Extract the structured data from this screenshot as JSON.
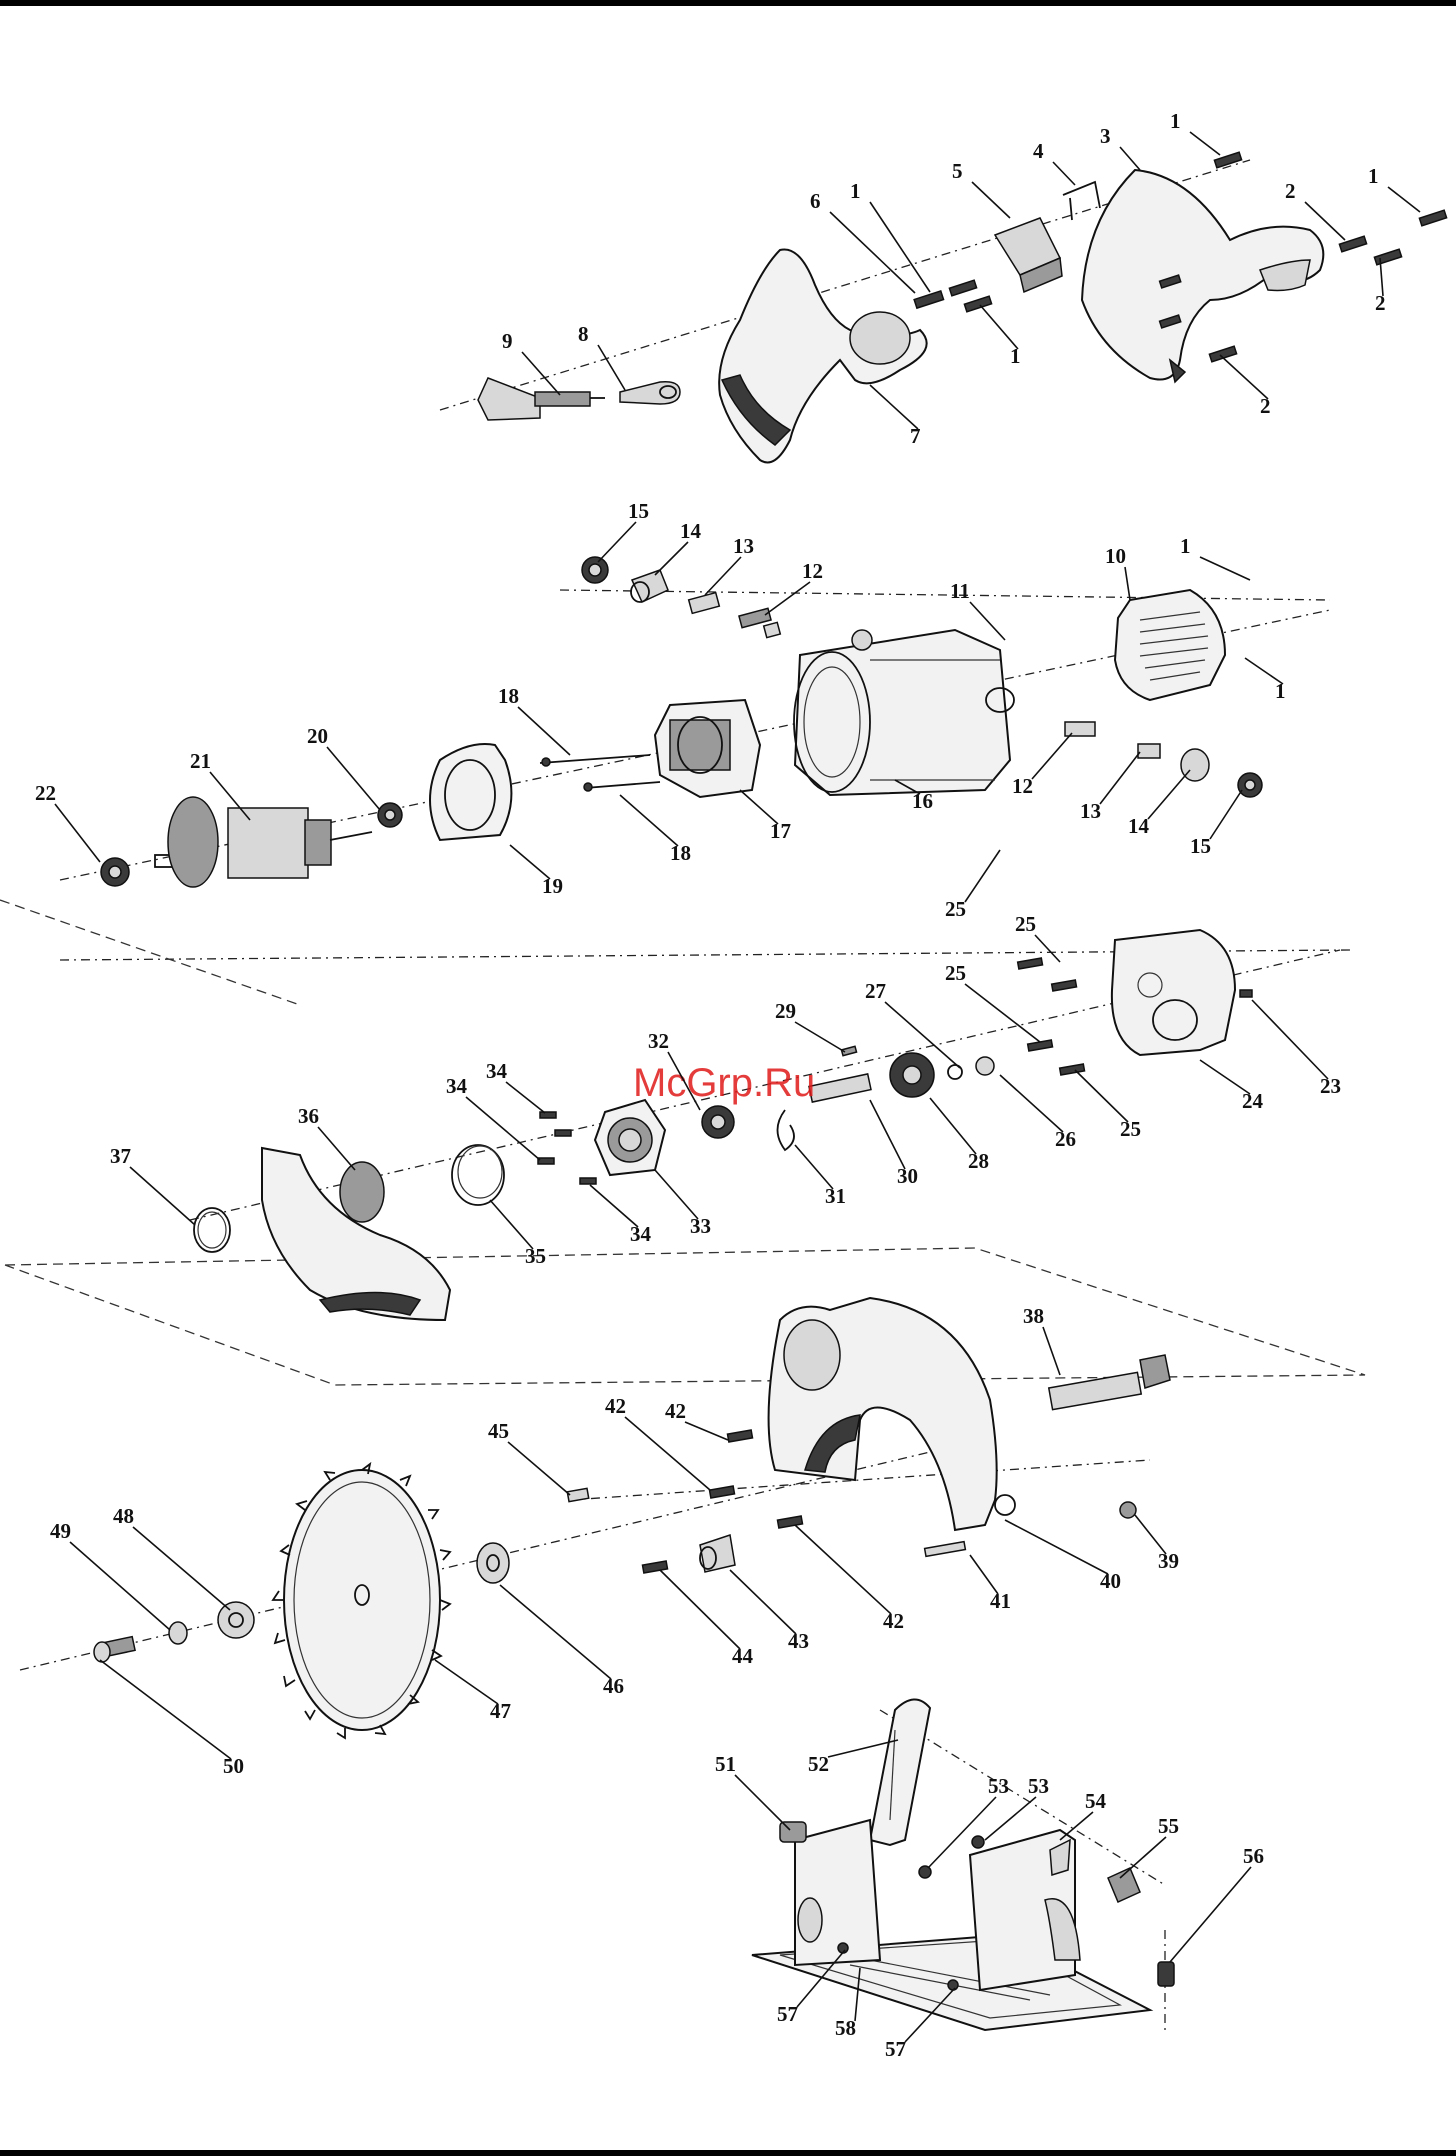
{
  "watermark": "McGrp.Ru",
  "callouts": [
    "1",
    "2",
    "3",
    "4",
    "5",
    "6",
    "7",
    "8",
    "9",
    "10",
    "11",
    "12",
    "13",
    "14",
    "15",
    "16",
    "17",
    "18",
    "19",
    "20",
    "21",
    "22",
    "23",
    "24",
    "25",
    "26",
    "27",
    "28",
    "29",
    "30",
    "31",
    "32",
    "33",
    "34",
    "35",
    "36",
    "37",
    "38",
    "39",
    "40",
    "41",
    "42",
    "43",
    "44",
    "45",
    "46",
    "47",
    "48",
    "49",
    "50",
    "51",
    "52",
    "53",
    "54",
    "55",
    "56",
    "57",
    "58"
  ],
  "colors": {
    "ink": "#111111",
    "watermark": "#e01a1a",
    "paper": "#ffffff"
  }
}
